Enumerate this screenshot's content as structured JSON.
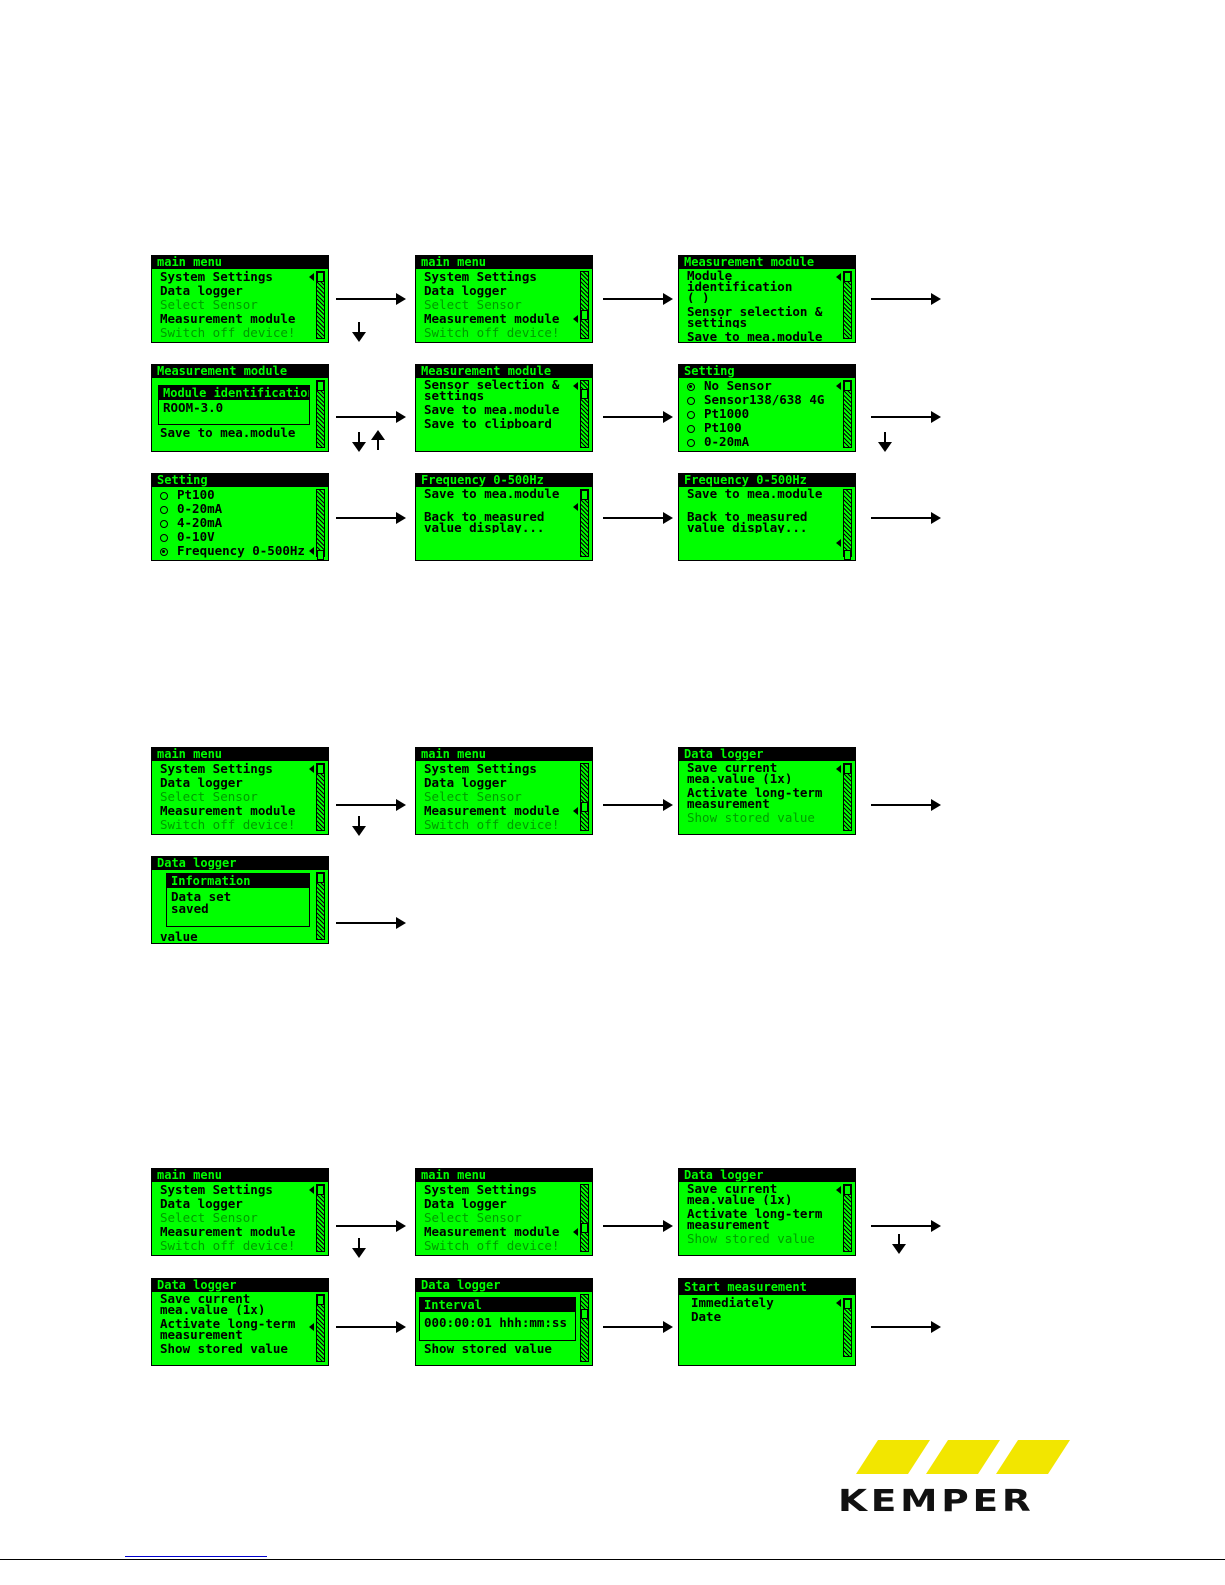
{
  "screens": {
    "s1": {
      "title": "main menu",
      "items": [
        "System Settings",
        "Data logger",
        "Select Sensor",
        "Measurement module",
        "Switch off device!"
      ]
    },
    "s2": {
      "title": "main menu",
      "items": [
        "System Settings",
        "Data logger",
        "Select Sensor",
        "Measurement module",
        "Switch off device!"
      ]
    },
    "s3": {
      "title": "Measurement module",
      "items": [
        "Module identification",
        "(                    )",
        "Sensor selection & settings",
        "Save to mea.module"
      ]
    },
    "s4": {
      "title": "Measurement module",
      "popup_title": "Module identification",
      "popup_value": "ROOM-3.0",
      "items": [
        "Save to mea.module"
      ]
    },
    "s5": {
      "title": "Measurement module",
      "items": [
        "Sensor selection & settings",
        "Save to mea.module",
        "Save to clipboard"
      ]
    },
    "s6": {
      "title": "Setting",
      "items": [
        "No Sensor",
        "Sensor138/638 4G",
        "Pt1000",
        "Pt100",
        "0-20mA"
      ]
    },
    "s7": {
      "title": "Setting",
      "items": [
        "Pt100",
        "0-20mA",
        "4-20mA",
        "0-10V",
        "Frequency 0-500Hz"
      ]
    },
    "s8": {
      "title": "Frequency 0-500Hz",
      "items": [
        "Save to mea.module",
        "Back to measured value display..."
      ]
    },
    "s9": {
      "title": "Frequency 0-500Hz",
      "items": [
        "Save to mea.module",
        "Back to measured value display..."
      ]
    },
    "s10": {
      "title": "main menu",
      "items": [
        "System Settings",
        "Data logger",
        "Select Sensor",
        "Measurement module",
        "Switch off device!"
      ]
    },
    "s11": {
      "title": "main menu",
      "items": [
        "System Settings",
        "Data logger",
        "Select Sensor",
        "Measurement module",
        "Switch off device!"
      ]
    },
    "s12": {
      "title": "Data logger",
      "items": [
        "Save current mea.value (1x)",
        "Activate long-term measurement",
        "Show stored value"
      ]
    },
    "s13": {
      "title": "Data logger",
      "popup_title": "Information",
      "popup_value": "Data set saved",
      "items": [
        "value"
      ]
    },
    "s14": {
      "title": "main menu",
      "items": [
        "System Settings",
        "Data logger",
        "Select Sensor",
        "Measurement module",
        "Switch off device!"
      ]
    },
    "s15": {
      "title": "main menu",
      "items": [
        "System Settings",
        "Data logger",
        "Select Sensor",
        "Measurement module",
        "Switch off device!"
      ]
    },
    "s16": {
      "title": "Data logger",
      "items": [
        "Save current mea.value (1x)",
        "Activate long-term measurement",
        "Show stored value"
      ]
    },
    "s17": {
      "title": "Data logger",
      "items": [
        "Save current mea.value (1x)",
        "Activate long-term measurement",
        "Show stored value"
      ]
    },
    "s18": {
      "title": "Data logger",
      "popup_title": "Interval",
      "popup_value": "000:00:01 hhh:mm:ss",
      "items": [
        "Show stored value"
      ]
    },
    "s19": {
      "title": "Start measurement",
      "items": [
        "Immediately",
        "Date"
      ]
    }
  },
  "logo": {
    "text": "KEMPER",
    "color": "#f2e600"
  },
  "colors": {
    "lcd": "#00ff00",
    "ink": "#000000"
  }
}
